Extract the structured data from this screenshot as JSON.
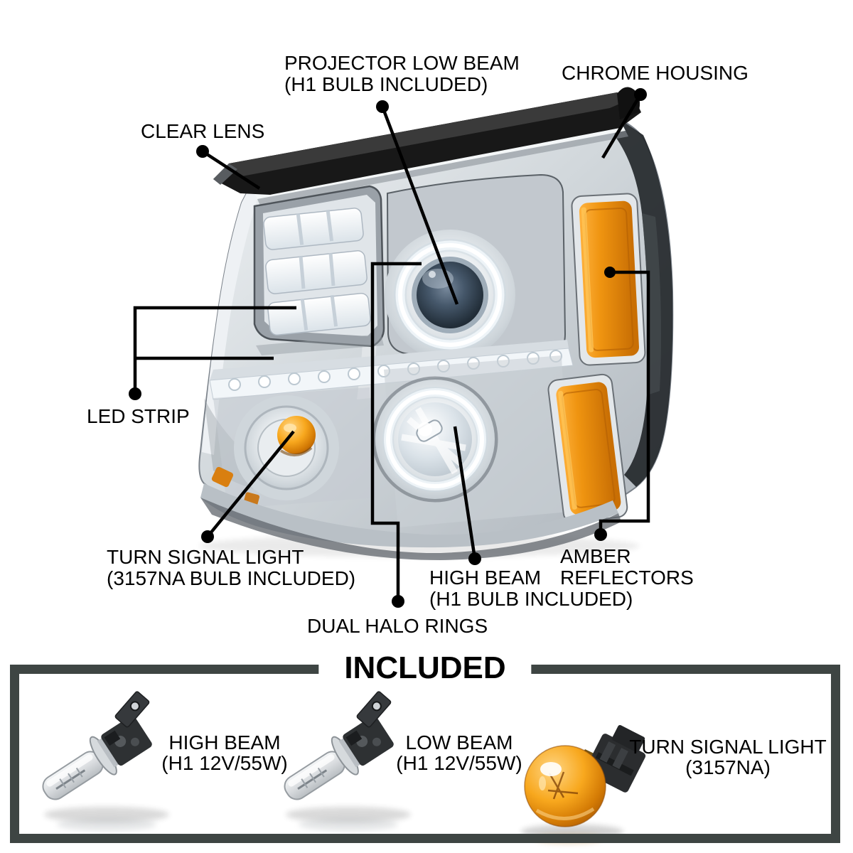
{
  "callouts": {
    "projector_low_beam": {
      "line1": "PROJECTOR LOW BEAM",
      "line2": "(H1 BULB INCLUDED)"
    },
    "chrome_housing": {
      "label": "CHROME HOUSING"
    },
    "clear_lens": {
      "label": "CLEAR LENS"
    },
    "led_strip": {
      "label": "LED STRIP"
    },
    "turn_signal_light": {
      "line1": "TURN SIGNAL LIGHT",
      "line2": "(3157NA BULB INCLUDED)"
    },
    "dual_halo_rings": {
      "label": "DUAL HALO RINGS"
    },
    "high_beam": {
      "line1": "HIGH BEAM",
      "line2": "(H1 BULB INCLUDED)"
    },
    "amber_reflectors": {
      "line1": "AMBER",
      "line2": "REFLECTORS"
    }
  },
  "included_section": {
    "title": "INCLUDED",
    "items": [
      {
        "line1": "HIGH BEAM",
        "line2": "(H1 12V/55W)"
      },
      {
        "line1": "LOW BEAM",
        "line2": "(H1 12V/55W)"
      },
      {
        "line1": "TURN SIGNAL LIGHT",
        "line2": "(3157NA)"
      }
    ]
  },
  "colors": {
    "background": "#ffffff",
    "text": "#000000",
    "frame": "#3e4543",
    "amber": "#ef9410",
    "chrome": "#d2d8dc"
  }
}
